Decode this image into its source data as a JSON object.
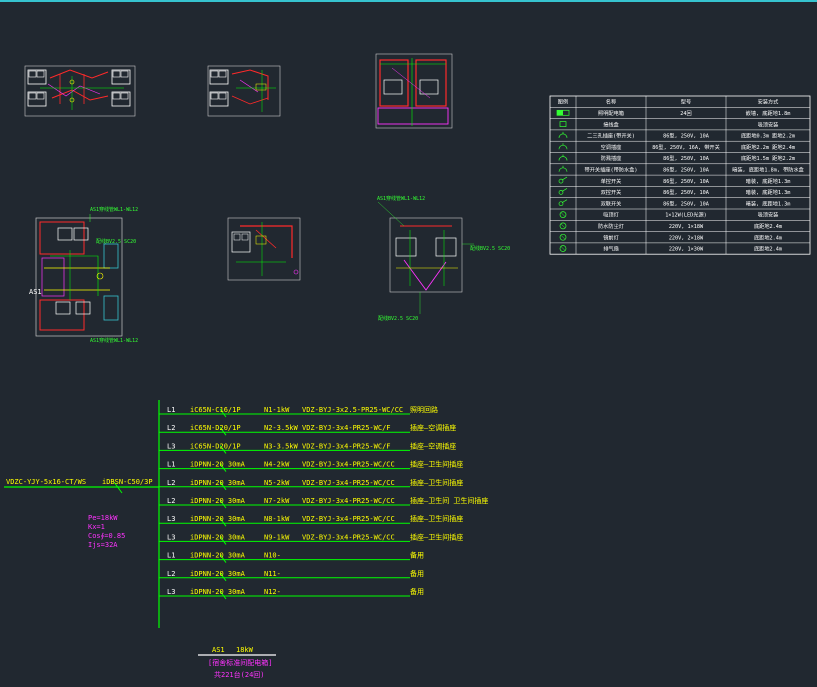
{
  "legend": {
    "headers": [
      "图例",
      "名称",
      "型号",
      "安装方式"
    ],
    "rows": [
      {
        "symbol": "panel-icon",
        "name": "照明配电箱",
        "model": "24回",
        "install": "嵌墙, 底距地1.8m"
      },
      {
        "symbol": "box-icon",
        "name": "接线盒",
        "model": "",
        "install": "吸顶安装"
      },
      {
        "symbol": "socket-icon",
        "name": "二三孔插座(带开关)",
        "model": "86型, 250V, 10A",
        "install": "底距地0.3m 距地2.2m"
      },
      {
        "symbol": "socket-icon",
        "name": "空调插座",
        "model": "86型, 250V, 16A, 带开关",
        "install": "底距地2.2m 距地2.4m"
      },
      {
        "symbol": "socket-icon",
        "name": "防溅插座",
        "model": "86型, 250V, 10A",
        "install": "底距地1.5m 距地2.2m"
      },
      {
        "symbol": "socket-icon",
        "name": "带开关插座(带防水盒)",
        "model": "86型, 250V, 10A",
        "install": "暗装, 底距地1.8m, 带防水盒"
      },
      {
        "symbol": "switch-icon",
        "name": "单控开关",
        "model": "86型, 250V, 10A",
        "install": "暗装, 底距地1.3m"
      },
      {
        "symbol": "switch-icon",
        "name": "双控开关",
        "model": "86型, 250V, 10A",
        "install": "暗装, 底距地1.3m"
      },
      {
        "symbol": "switch-icon",
        "name": "双联开关",
        "model": "86型, 250V, 10A",
        "install": "暗装, 底距地1.3m"
      },
      {
        "symbol": "lamp-icon",
        "name": "吸顶灯",
        "model": "1×12W(LED光源)",
        "install": "吸顶安装"
      },
      {
        "symbol": "lamp-icon",
        "name": "防水防尘灯",
        "model": "220V, 1×18W",
        "install": "底距地2.4m"
      },
      {
        "symbol": "lamp-icon",
        "name": "镜前灯",
        "model": "220V, 2×18W",
        "install": "底距地2.4m"
      },
      {
        "symbol": "lamp-icon",
        "name": "排气扇",
        "model": "220V, 1×30W",
        "install": "底距地2.4m"
      }
    ]
  },
  "plan_notes": {
    "plan_b_note_top": "AS1穿线管WL1-WL12",
    "plan_b_note_side": "配线BV2.5 SC20",
    "plan_b_note_bottom": "AS1穿线管WL1-WL12",
    "plan_b_label": "AS1",
    "plan_d_note_top": "AS1穿线管WL1-WL12",
    "plan_d_note_side": "配线BV2.5 SC20",
    "plan_d_note_bottom": "配线BV2.5 SC20"
  },
  "incoming": {
    "cable": "VDZC-YJY-5x16-CT/WS",
    "main_breaker": "iDBSN-C50/3P",
    "params": [
      "Pe=18kW",
      "Kx=1",
      "Cos∮=0.85",
      "Ijs=32A"
    ]
  },
  "circuits": [
    {
      "phase": "L1",
      "breaker": "iC65N-C16/1P",
      "load": "N1-1kW",
      "cable": "VDZ-BYJ-3x2.5-PR25-WC/CC",
      "use": "照明回路"
    },
    {
      "phase": "L2",
      "breaker": "iC65N-D20/1P",
      "load": "N2-3.5kW",
      "cable": "VDZ-BYJ-3x4-PR25-WC/F",
      "use": "插座—空调插座"
    },
    {
      "phase": "L3",
      "breaker": "iC65N-D20/1P",
      "load": "N3-3.5kW",
      "cable": "VDZ-BYJ-3x4-PR25-WC/F",
      "use": "插座—空调插座"
    },
    {
      "phase": "L1",
      "breaker": "iDPNN-20 30mA",
      "load": "N4-2kW",
      "cable": "VDZ-BYJ-3x4-PR25-WC/CC",
      "use": "插座—卫生间插座"
    },
    {
      "phase": "L2",
      "breaker": "iDPNN-20 30mA",
      "load": "N5-2kW",
      "cable": "VDZ-BYJ-3x4-PR25-WC/CC",
      "use": "插座—卫生间插座"
    },
    {
      "phase": "L2",
      "breaker": "iDPNN-20 30mA",
      "load": "N7-2kW",
      "cable": "VDZ-BYJ-3x4-PR25-WC/CC",
      "use": "插座—卫生间 卫生间插座"
    },
    {
      "phase": "L3",
      "breaker": "iDPNN-20 30mA",
      "load": "N8-1kW",
      "cable": "VDZ-BYJ-3x4-PR25-WC/CC",
      "use": "插座—卫生间插座"
    },
    {
      "phase": "L3",
      "breaker": "iDPNN-20 30mA",
      "load": "N9-1kW",
      "cable": "VDZ-BYJ-3x4-PR25-WC/CC",
      "use": "插座—卫生间插座"
    },
    {
      "phase": "L1",
      "breaker": "iDPNN-20 30mA",
      "load": "N10-",
      "cable": "",
      "use": "备用"
    },
    {
      "phase": "L2",
      "breaker": "iDPNN-20 30mA",
      "load": "N11-",
      "cable": "",
      "use": "备用"
    },
    {
      "phase": "L3",
      "breaker": "iDPNN-20 30mA",
      "load": "N12-",
      "cable": "",
      "use": "备用"
    }
  ],
  "title_block": {
    "name": "AS1",
    "power": "18kW",
    "desc": "[宿舍标准间配电箱]",
    "qty": "共221台(24回)"
  },
  "colors": {
    "background": "#212830",
    "bus": "#00ff00",
    "text": "#ffff00",
    "annotation": "#ff33ff",
    "accent": "#36c3cf"
  }
}
